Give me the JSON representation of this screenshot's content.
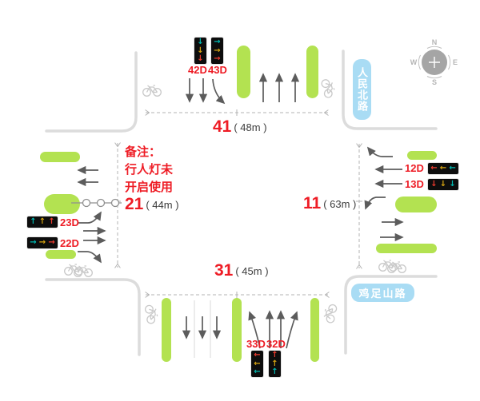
{
  "note": {
    "lines": [
      "备注：",
      "行人灯未",
      "开启使用"
    ]
  },
  "roads": {
    "north_name": "人民北路",
    "south_name": "鸡足山路"
  },
  "measurements": {
    "north": {
      "id": "41",
      "detail": "( 48m )"
    },
    "west": {
      "id": "21",
      "detail": "( 44m )"
    },
    "east": {
      "id": "11",
      "detail": "( 63m )"
    },
    "south": {
      "id": "31",
      "detail": "( 45m )"
    }
  },
  "signals": [
    {
      "label": "42D",
      "orientation": "vertical",
      "arrows": [
        {
          "dir": "down",
          "color": "green"
        },
        {
          "dir": "down",
          "color": "yellow"
        },
        {
          "dir": "down",
          "color": "red"
        }
      ]
    },
    {
      "label": "43D",
      "orientation": "vertical",
      "arrows": [
        {
          "dir": "right",
          "color": "green"
        },
        {
          "dir": "right",
          "color": "yellow"
        },
        {
          "dir": "right",
          "color": "red"
        }
      ]
    },
    {
      "label": "12D",
      "orientation": "horizontal",
      "arrows": [
        {
          "dir": "left",
          "color": "red"
        },
        {
          "dir": "left",
          "color": "yellow"
        },
        {
          "dir": "left",
          "color": "green"
        }
      ]
    },
    {
      "label": "13D",
      "orientation": "horizontal",
      "arrows": [
        {
          "dir": "down",
          "color": "red"
        },
        {
          "dir": "down",
          "color": "yellow"
        },
        {
          "dir": "down",
          "color": "green"
        }
      ]
    },
    {
      "label": "23D",
      "orientation": "horizontal",
      "arrows": [
        {
          "dir": "up",
          "color": "green"
        },
        {
          "dir": "up",
          "color": "yellow"
        },
        {
          "dir": "up",
          "color": "red"
        }
      ]
    },
    {
      "label": "22D",
      "orientation": "horizontal",
      "arrows": [
        {
          "dir": "right",
          "color": "green"
        },
        {
          "dir": "right",
          "color": "yellow"
        },
        {
          "dir": "right",
          "color": "red"
        }
      ]
    },
    {
      "label": "33D",
      "orientation": "vertical",
      "arrows": [
        {
          "dir": "left",
          "color": "red"
        },
        {
          "dir": "left",
          "color": "yellow"
        },
        {
          "dir": "left",
          "color": "green"
        }
      ]
    },
    {
      "label": "32D",
      "orientation": "vertical",
      "arrows": [
        {
          "dir": "up",
          "color": "red"
        },
        {
          "dir": "up",
          "color": "yellow"
        },
        {
          "dir": "up",
          "color": "green"
        }
      ]
    }
  ],
  "signal_colors": {
    "green": "#00b8b0",
    "yellow": "#d8a512",
    "red": "#ed3b2e"
  },
  "compass": {
    "n": "N",
    "e": "E",
    "s": "S",
    "w": "W"
  },
  "colors": {
    "accent_red": "#ee1c25",
    "lane_island_green": "#b3e251",
    "road_edge_gray": "#dcdcdc",
    "road_name_blue": "#a9dcf4"
  }
}
